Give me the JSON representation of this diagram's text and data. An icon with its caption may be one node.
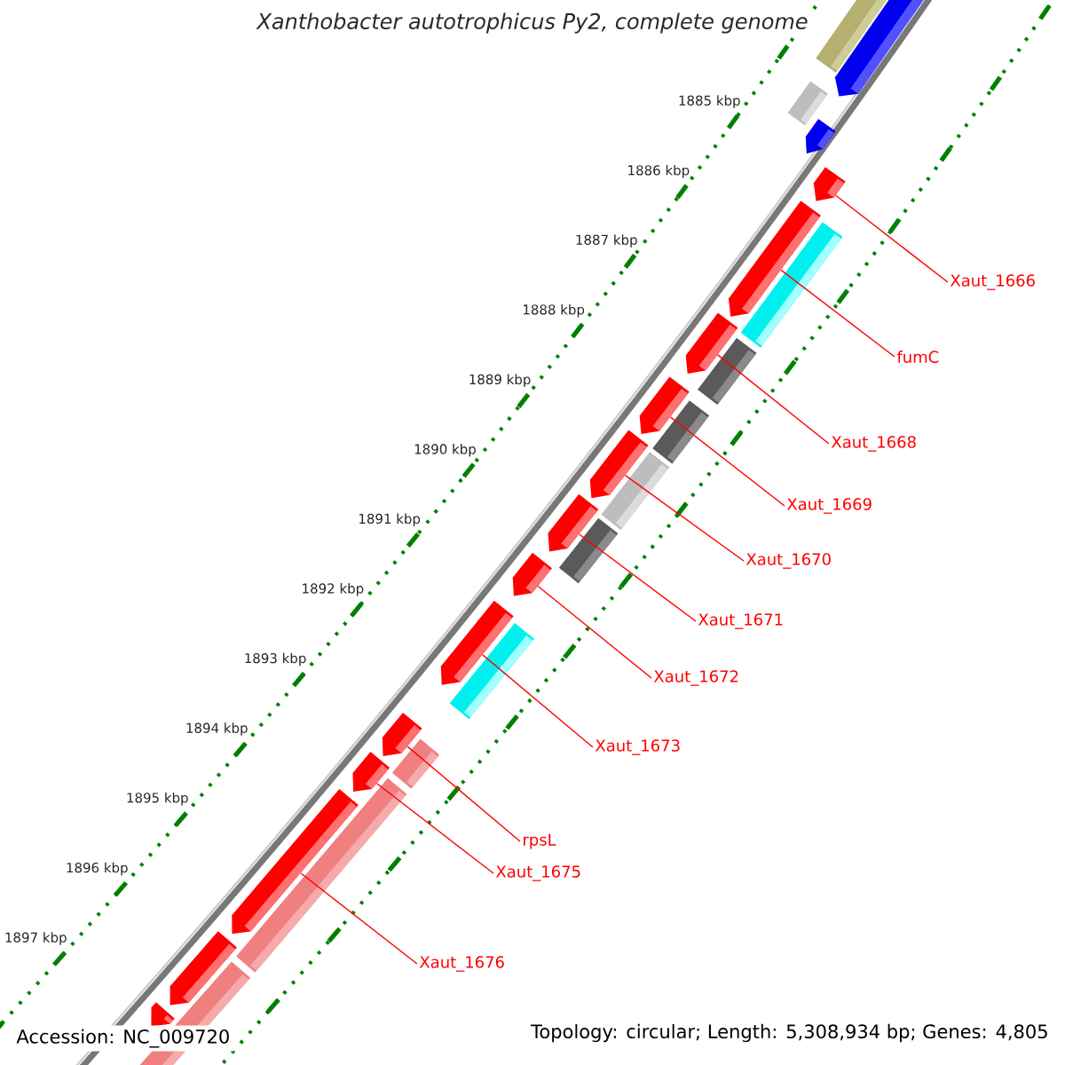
{
  "diagram": {
    "title": "Xanthobacter autotrophicus Py2, complete genome",
    "nodes": [
      {
        "text": [
          "Xaut_1666"
        ]
      },
      {
        "text": [
          "fumC"
        ]
      },
      {
        "text": [
          "Xaut_1668"
        ]
      },
      {
        "text": [
          "Xaut_1669"
        ]
      },
      {
        "text": [
          "Xaut_1670"
        ]
      },
      {
        "text": [
          "Xaut_1671"
        ]
      },
      {
        "text": [
          "Xaut_1672"
        ]
      },
      {
        "text": [
          "Xaut_1673"
        ]
      },
      {
        "text": [
          "rpsL"
        ]
      },
      {
        "text": [
          "Xaut_1675"
        ]
      },
      {
        "text": [
          "Xaut_1676"
        ]
      },
      {
        "text": [],
        "shape": "pentagon"
      },
      {
        "text": [],
        "shape": "pentagon"
      },
      {
        "text": [],
        "shape": "pentagon"
      },
      {
        "text": [],
        "shape": "pentagon"
      },
      {
        "text": [],
        "shape": "pentagon"
      },
      {
        "text": [],
        "shape": "pentagon"
      },
      {
        "text": [],
        "shape": "pentagon"
      },
      {
        "text": [],
        "shape": "pentagon"
      },
      {
        "text": [],
        "shape": "pentagon"
      },
      {
        "text": [],
        "shape": "pentagon"
      },
      {
        "text": [],
        "shape": "pentagon"
      },
      {
        "text": [],
        "shape": "pentagon"
      },
      {
        "text": [],
        "shape": "pentagon"
      },
      {
        "text": [],
        "shape": "pentagon"
      },
      {
        "text": [],
        "shape": "pentagon"
      }
    ],
    "edges": [
      {
        "from": 0,
        "to": 13,
        "arrow": "none"
      },
      {
        "from": 1,
        "to": 14,
        "arrow": "none"
      },
      {
        "from": 2,
        "to": 15,
        "arrow": "none"
      },
      {
        "from": 3,
        "to": 16,
        "arrow": "none"
      },
      {
        "from": 4,
        "to": 17,
        "arrow": "none"
      },
      {
        "from": 5,
        "to": 18,
        "arrow": "none"
      },
      {
        "from": 6,
        "to": 19,
        "arrow": "none"
      },
      {
        "from": 7,
        "to": 20,
        "arrow": "none"
      },
      {
        "from": 8,
        "to": 21,
        "arrow": "none"
      },
      {
        "from": 9,
        "to": 22,
        "arrow": "none"
      },
      {
        "from": 10,
        "to": 23,
        "arrow": "none"
      }
    ],
    "labels": [
      "1885 kbp",
      "1886 kbp",
      "1887 kbp",
      "1888 kbp",
      "1889 kbp",
      "1890 kbp",
      "1891 kbp",
      "1892 kbp",
      "1893 kbp",
      "1894 kbp",
      "1895 kbp",
      "1896 kbp",
      "1897 kbp",
      "Accession: NC_009720",
      "Topology: circular; Length: 5,308,934 bp; Genes: 4,805"
    ]
  }
}
